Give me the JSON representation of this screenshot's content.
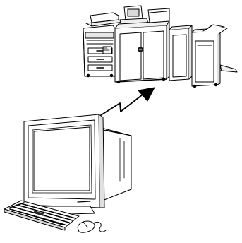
{
  "diagram": {
    "nodes": [
      {
        "id": "printer",
        "icon": "production-printer-icon"
      },
      {
        "id": "computer",
        "icon": "desktop-computer-icon"
      }
    ],
    "connections": [
      {
        "from": "computer",
        "to": "printer",
        "style": "wireless-zigzag-arrow",
        "icon": "wireless-link-icon"
      }
    ],
    "colors": {
      "line": "#000000",
      "fill": "#ffffff",
      "shade": "#d9d9d9",
      "dark": "#2b2b2b"
    }
  }
}
